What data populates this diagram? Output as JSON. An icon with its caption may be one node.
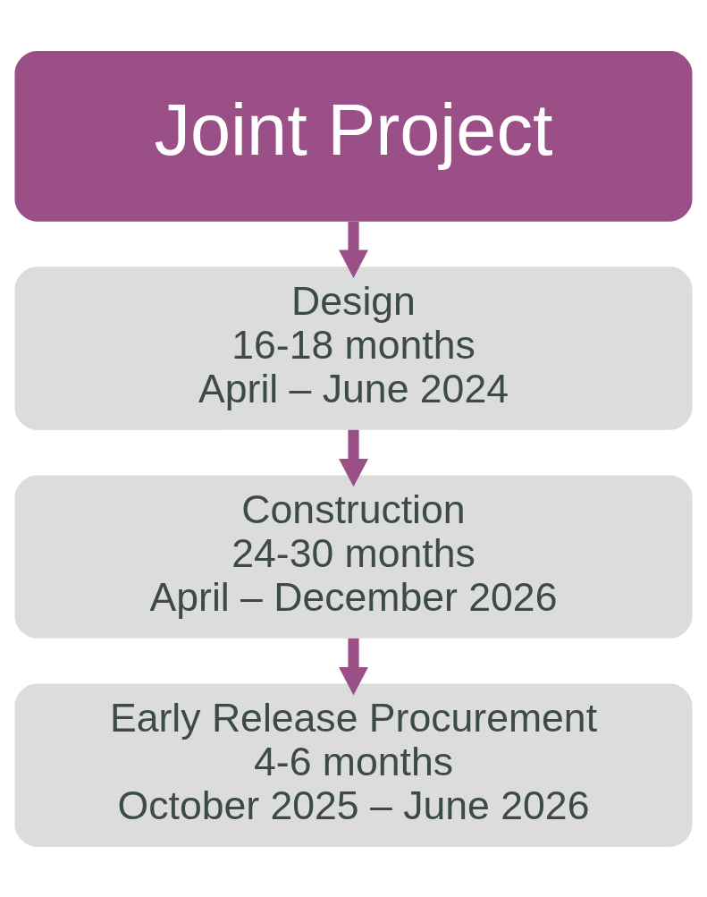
{
  "diagram": {
    "nodes": [
      {
        "text": [
          "Joint Project"
        ]
      },
      {
        "text": [
          "Design",
          "16-18 months",
          "April – June 2024"
        ]
      },
      {
        "text": [
          "Construction",
          "24-30 months",
          "April – December 2026"
        ]
      },
      {
        "text": [
          "Early Release Procurement",
          "4-6 months",
          "October 2025 – June 2026"
        ]
      }
    ],
    "edges": [
      {
        "from": 0,
        "to": 1,
        "arrow": "to"
      },
      {
        "from": 1,
        "to": 2,
        "arrow": "to"
      },
      {
        "from": 2,
        "to": 3,
        "arrow": "to"
      }
    ]
  }
}
